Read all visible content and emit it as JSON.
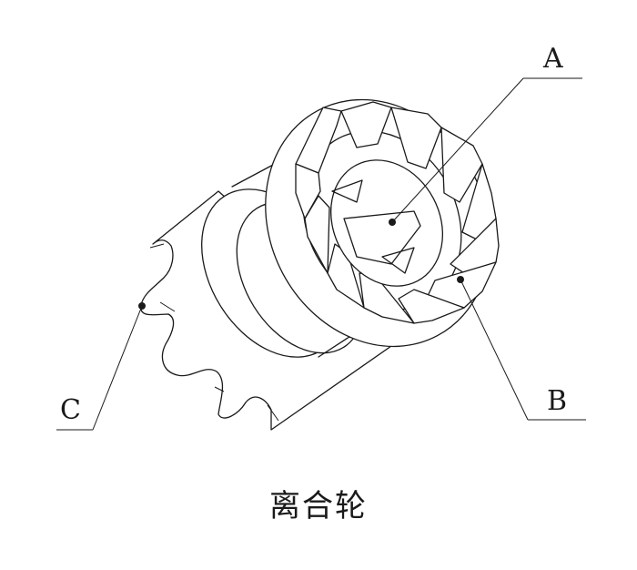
{
  "callouts": {
    "a": "A",
    "b": "B",
    "c": "C"
  },
  "caption": "离合轮",
  "colors": {
    "ink": "#1a1a1a",
    "background": "#ffffff"
  }
}
